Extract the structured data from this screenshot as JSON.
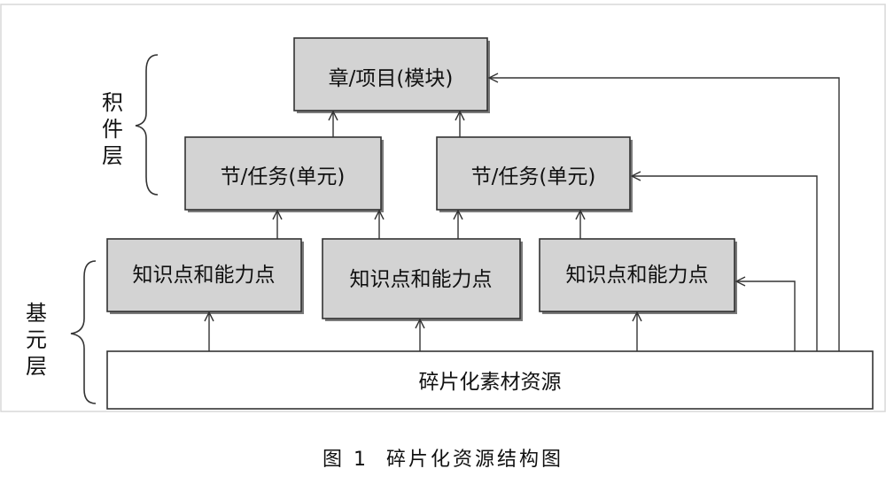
{
  "diagram": {
    "layers": {
      "component": "积件层",
      "base": "基元层"
    },
    "nodes": {
      "chapter": "章/项目(模块)",
      "section_left": "节/任务(单元)",
      "section_right": "节/任务(单元)",
      "knowledge_1": "知识点和能力点",
      "knowledge_2": "知识点和能力点",
      "knowledge_3": "知识点和能力点",
      "resources": "碎片化素材资源"
    },
    "caption": "图 1  碎片化资源结构图"
  },
  "colors": {
    "box_fill": "#d3d3d3",
    "base_fill": "#ffffff",
    "stroke": "#333333",
    "frame": "#d8d8d8"
  }
}
